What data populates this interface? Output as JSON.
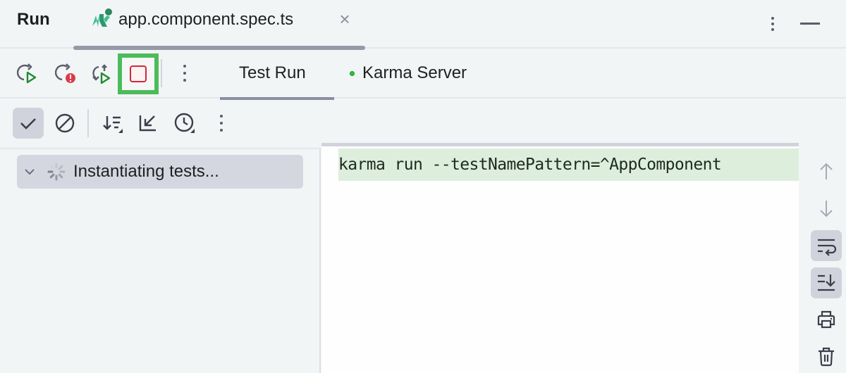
{
  "header": {
    "title": "Run",
    "file_tab": {
      "label": "app.component.spec.ts",
      "icon": "karma-icon",
      "close_glyph": "×"
    },
    "more_icon": "more-vertical-icon",
    "minimize_icon": "minimize-icon"
  },
  "toolbar": {
    "buttons": [
      {
        "name": "rerun",
        "icon": "rerun-icon"
      },
      {
        "name": "rerun-failed",
        "icon": "rerun-failed-icon"
      },
      {
        "name": "toggle-auto-test",
        "icon": "rerun-automatically-icon"
      },
      {
        "name": "stop",
        "icon": "stop-icon",
        "highlighted": true
      }
    ],
    "tabs": [
      {
        "label": "Test Run",
        "active": true
      },
      {
        "label": "Karma Server",
        "active": false,
        "status": "running"
      }
    ],
    "colors": {
      "highlight": "#4cbb5b",
      "stop": "#d4263c",
      "status_dot": "#25c63a",
      "run_green": "#1f8a2f",
      "error_red": "#db3b4b"
    }
  },
  "test_toolbar": {
    "buttons": [
      {
        "name": "show-passed",
        "icon": "check-icon",
        "active": true
      },
      {
        "name": "show-ignored",
        "icon": "ignored-icon",
        "active": false
      },
      {
        "name": "sort",
        "icon": "sort-icon",
        "active": false
      },
      {
        "name": "collapse-all",
        "icon": "collapse-icon",
        "active": false
      },
      {
        "name": "test-history",
        "icon": "clock-icon",
        "active": false
      },
      {
        "name": "more",
        "icon": "more-vertical-icon",
        "active": false
      }
    ]
  },
  "tree": {
    "root": {
      "label": "Instantiating tests...",
      "expanded": true,
      "status": "loading"
    }
  },
  "console": {
    "lines": [
      "karma run --testNamePattern=^AppComponent"
    ],
    "line_highlight": "#ddeedd"
  },
  "side_toolbar": {
    "buttons": [
      {
        "name": "up-stack-frame",
        "icon": "arrow-up-icon",
        "active": false
      },
      {
        "name": "down-stack-frame",
        "icon": "arrow-down-icon",
        "active": false
      },
      {
        "name": "soft-wrap",
        "icon": "soft-wrap-icon",
        "active": true
      },
      {
        "name": "scroll-to-end",
        "icon": "scroll-to-end-icon",
        "active": true
      },
      {
        "name": "print",
        "icon": "printer-icon",
        "active": false
      },
      {
        "name": "clear-all",
        "icon": "trash-icon",
        "active": false
      }
    ]
  }
}
